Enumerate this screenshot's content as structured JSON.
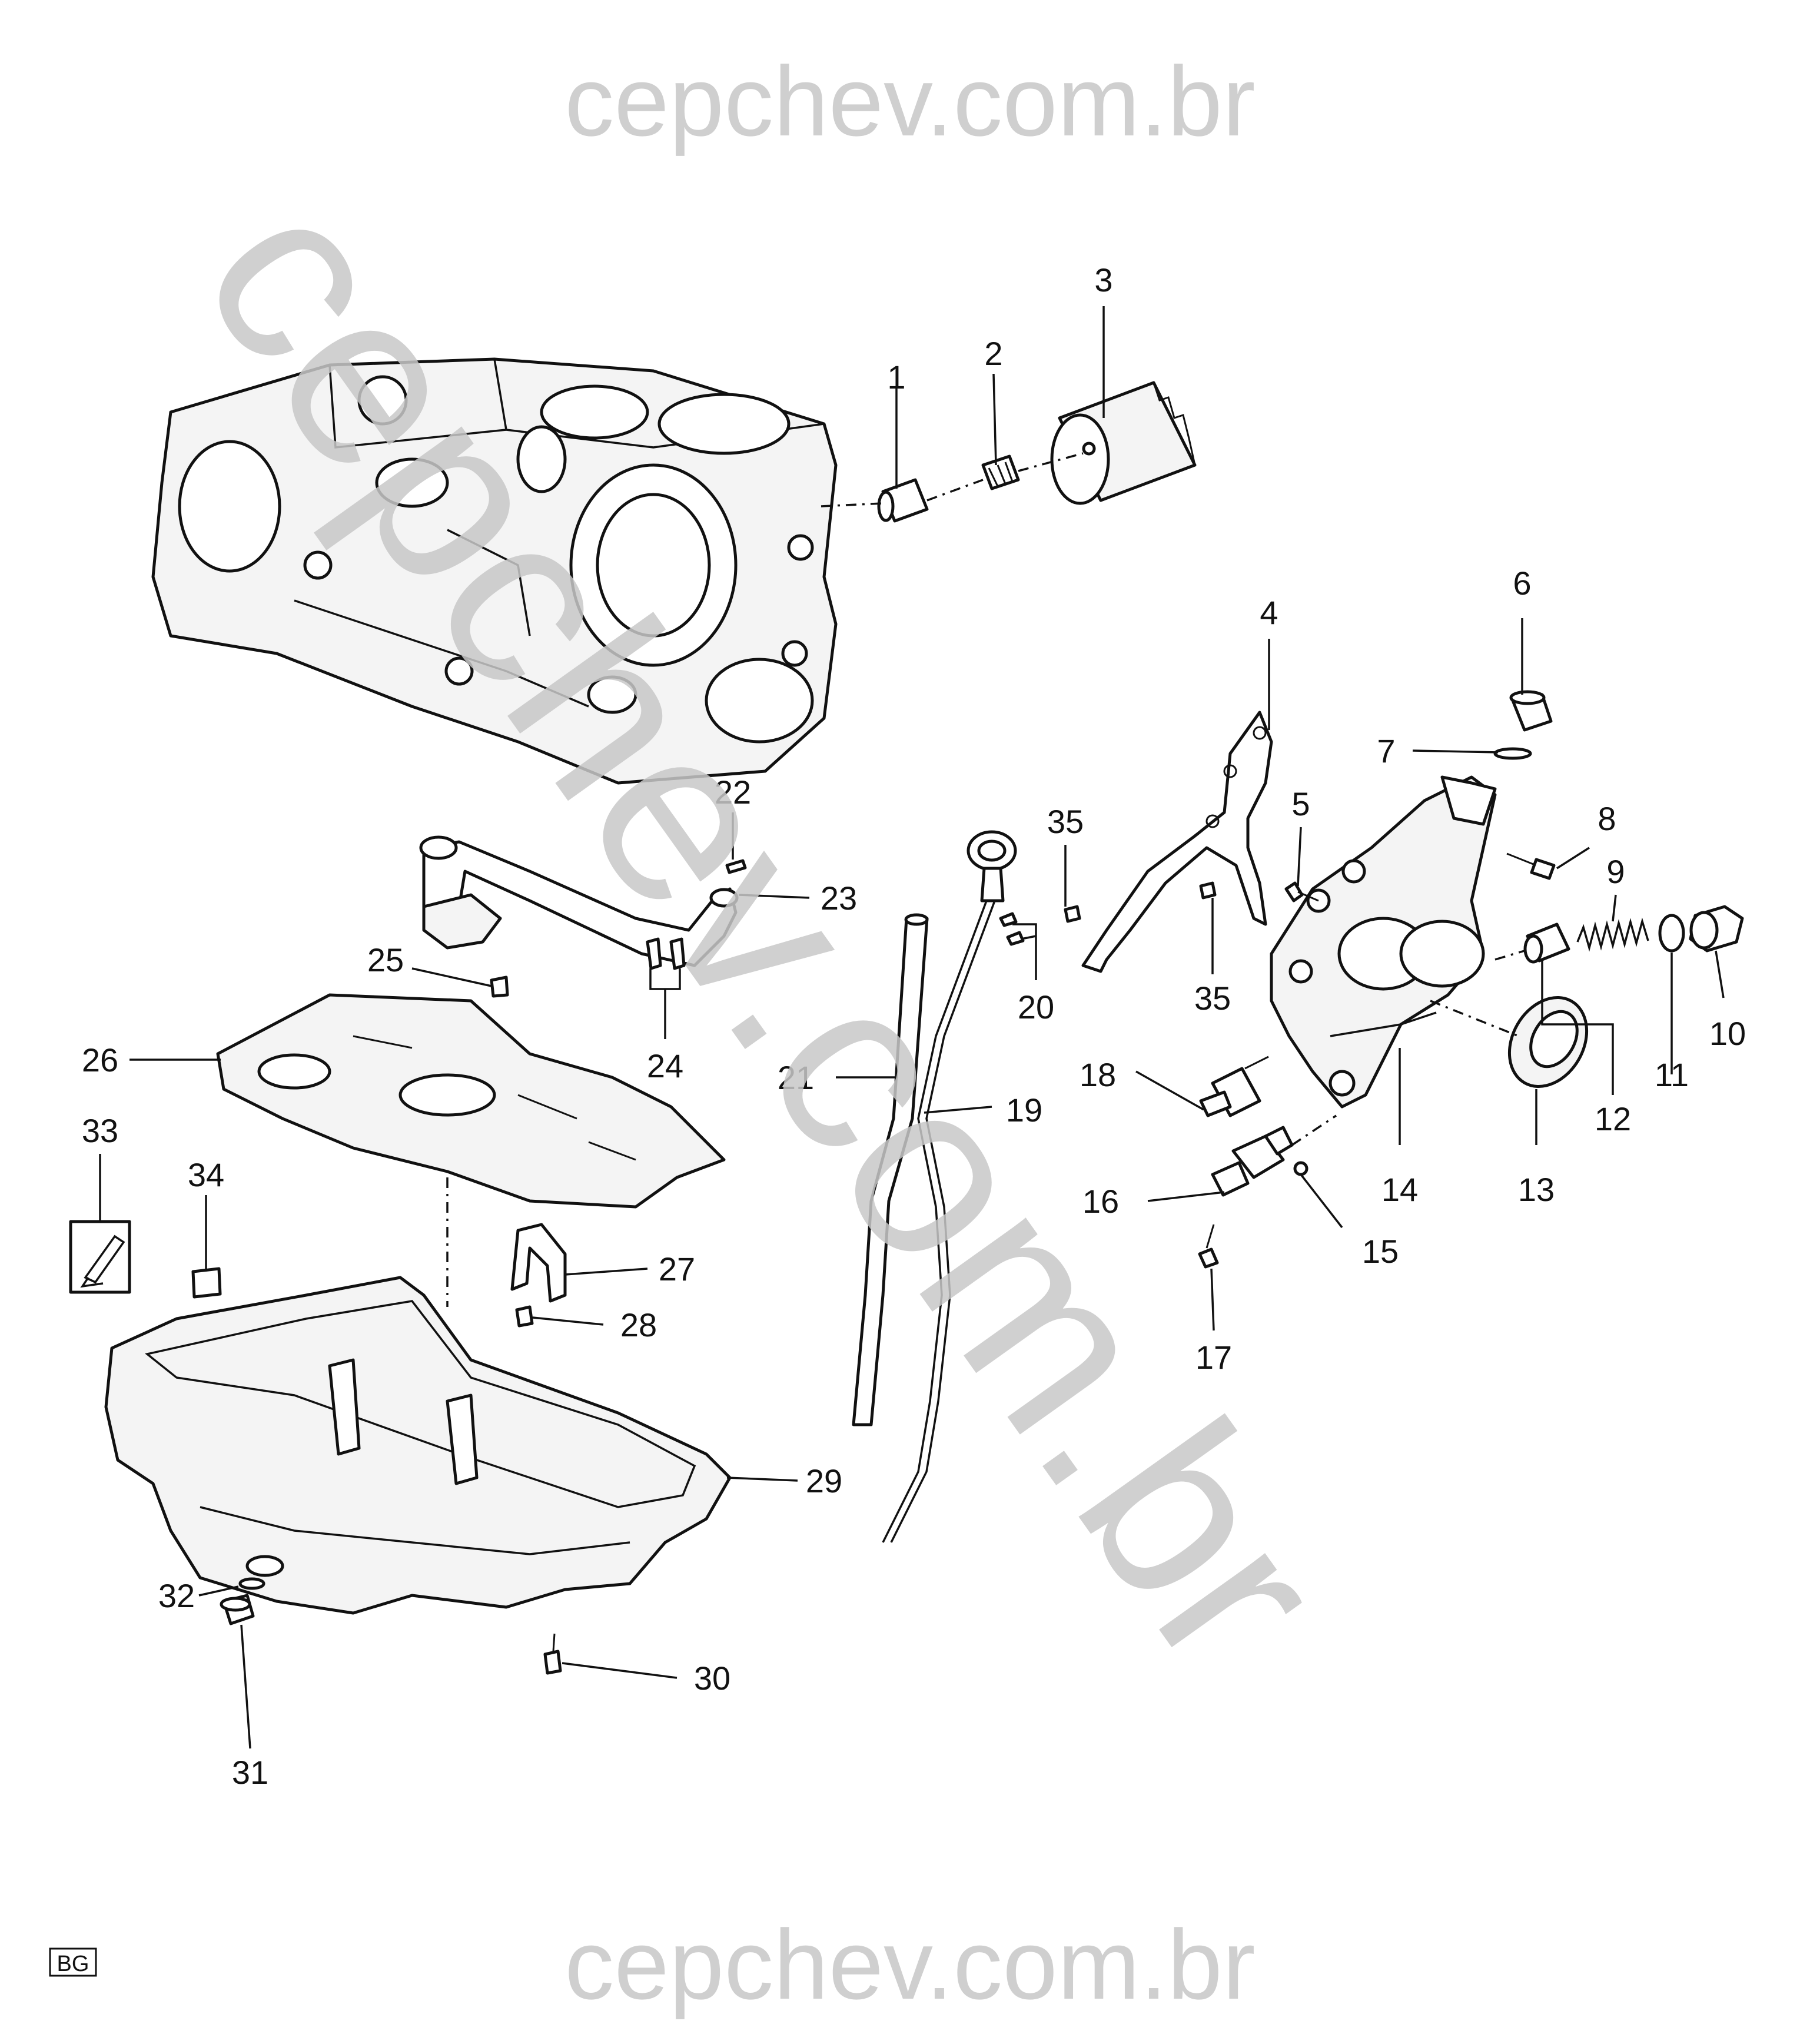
{
  "watermark": {
    "top": "cepchev.com.br",
    "bottom": "cepchev.com.br",
    "diagonal": "cepchev.com.br",
    "color": "#c8c8c8"
  },
  "corner_badge": "BG",
  "callouts": {
    "c1": "1",
    "c2": "2",
    "c3": "3",
    "c4": "4",
    "c5": "5",
    "c6": "6",
    "c7": "7",
    "c8": "8",
    "c9": "9",
    "c10": "10",
    "c11": "11",
    "c12": "12",
    "c13": "13",
    "c14": "14",
    "c15": "15",
    "c16": "16",
    "c17": "17",
    "c18": "18",
    "c19": "19",
    "c20": "20",
    "c21": "21",
    "c22": "22",
    "c23": "23",
    "c24": "24",
    "c25": "25",
    "c26": "26",
    "c27": "27",
    "c28": "28",
    "c29": "29",
    "c30": "30",
    "c31": "31",
    "c32": "32",
    "c33": "33",
    "c34": "34",
    "c35a": "35",
    "c35b": "35"
  }
}
